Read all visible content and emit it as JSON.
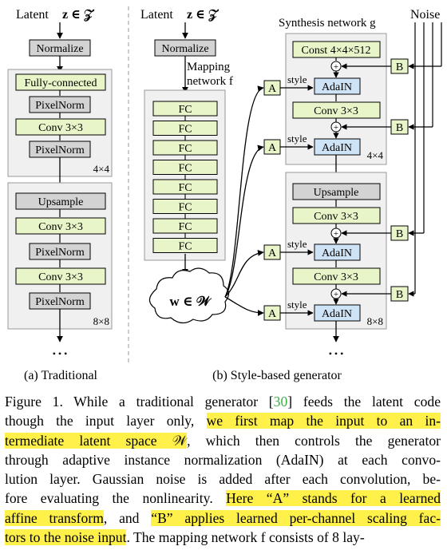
{
  "traditional": {
    "latent_label": "Latent",
    "latent_math": "z ∈ 𝒵",
    "normalize": "Normalize",
    "fully_connected": "Fully-connected",
    "pixelnorm": "PixelNorm",
    "conv": "Conv 3×3",
    "upsample": "Upsample",
    "res1": "4×4",
    "res2": "8×8",
    "dots": "• • •",
    "caption": "(a) Traditional"
  },
  "stylebased": {
    "latent_label": "Latent",
    "latent_math": "z ∈ 𝒵",
    "normalize": "Normalize",
    "mapping_label_1": "Mapping",
    "mapping_label_2": "network f",
    "fc": "FC",
    "w_label": "w ∈ 𝒲",
    "synthesis_label": "Synthesis network g",
    "noise_label": "Noise",
    "const": "Const 4×4×512",
    "adain": "AdaIN",
    "style": "style",
    "conv": "Conv 3×3",
    "upsample": "Upsample",
    "a": "A",
    "b": "B",
    "plus": "+",
    "res1": "4×4",
    "res2": "8×8",
    "dots": "• • •",
    "caption": "(b) Style-based generator"
  },
  "caption": {
    "line1": {
      "pre": "Figure 1. While a traditional generator [",
      "ref": "30",
      "post": "] feeds the latent code"
    },
    "line2": {
      "pre": "though the input layer only, ",
      "hl": "we first map the input to an in-"
    },
    "line3": {
      "hl": "termediate latent space 𝒲",
      "post": ", which then controls the generator"
    },
    "line4": "through adaptive instance normalization (AdaIN) at each convo-",
    "line5": "lution layer.  Gaussian noise is added after each convolution, be-",
    "line6": {
      "pre": "fore evaluating the nonlinearity.  ",
      "hl": "Here “A” stands for a learned"
    },
    "line7": {
      "hl1": "affine transform",
      "mid": ", and ",
      "hl2": "“B” applies learned per-channel scaling fac-"
    },
    "line8": {
      "hl": "tors to the noise input",
      "post": ". The mapping network f consists of 8 lay-"
    }
  },
  "colors": {
    "green_box": "#e8f5c8",
    "gray_box": "#d3d3d3",
    "blue_box": "#cfe3f7",
    "panel": "#f0f0f0",
    "highlight": "#fff04a",
    "ref_link": "#3cb043"
  }
}
